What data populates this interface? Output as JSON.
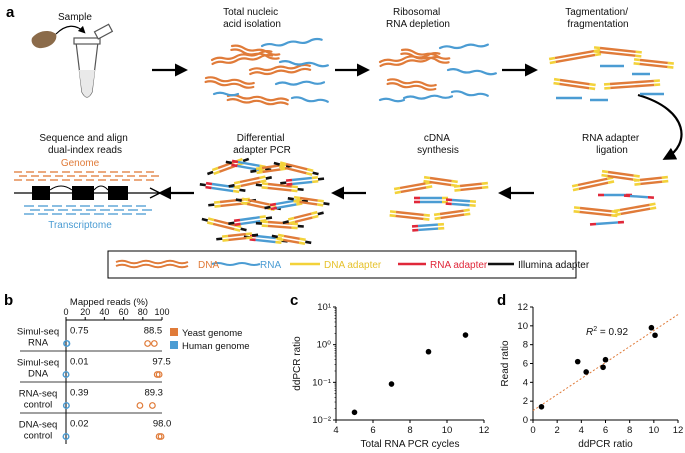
{
  "colors": {
    "dna": "#e07b39",
    "rna": "#4b9cd3",
    "dna_adapter": "#f3d23a",
    "rna_adapter": "#e0283a",
    "illumina": "#111111",
    "fit_line": "#e07b39"
  },
  "panel_a": {
    "letter": "a",
    "steps": {
      "sample": "Sample",
      "isolation": [
        "Total nucleic",
        "acid isolation"
      ],
      "depletion": [
        "Ribosomal",
        "RNA depletion"
      ],
      "tagmentation": [
        "Tagmentation/",
        "fragmentation"
      ],
      "ligation": [
        "RNA adapter",
        "ligation"
      ],
      "cdna": [
        "cDNA",
        "synthesis"
      ],
      "pcr": [
        "Differential",
        "adapter PCR"
      ],
      "sequence": [
        "Sequence and align",
        "dual-index reads"
      ]
    },
    "genome_label": "Genome",
    "transcriptome_label": "Transcriptome",
    "legend": {
      "dna": "DNA",
      "rna": "RNA",
      "dna_adapter": "DNA adapter",
      "rna_adapter": "RNA adapter",
      "illumina": "Illumina adapter"
    }
  },
  "panel_b": {
    "letter": "b",
    "axis_title": "Mapped reads (%)",
    "ticks": [
      0,
      20,
      40,
      60,
      80,
      100
    ],
    "rows": [
      {
        "label": [
          "Simul-seq",
          "RNA"
        ],
        "low": "0.75",
        "high": "88.5"
      },
      {
        "label": [
          "Simul-seq",
          "DNA"
        ],
        "low": "0.01",
        "high": "97.5"
      },
      {
        "label": [
          "RNA-seq",
          "control"
        ],
        "low": "0.39",
        "high": "89.3"
      },
      {
        "label": [
          "DNA-seq",
          "control"
        ],
        "low": "0.02",
        "high": "98.0"
      }
    ],
    "legend": {
      "yeast": "Yeast genome",
      "human": "Human genome"
    }
  },
  "panel_c": {
    "letter": "c"
  },
  "panel_d": {
    "letter": "d",
    "r2_label": "R",
    "r2_value": "2",
    "r2_rest": " = 0.92"
  },
  "chart_data": [
    {
      "type": "scatter",
      "panel": "b",
      "xlabel": "Mapped reads (%)",
      "xlim": [
        0,
        100
      ],
      "categories": [
        "Simul-seq RNA",
        "Simul-seq DNA",
        "RNA-seq control",
        "DNA-seq control"
      ],
      "series": [
        {
          "name": "Yeast genome",
          "values": [
            [
              85,
              92
            ],
            [
              95,
              97
            ],
            [
              77,
              90
            ],
            [
              97,
              99
            ]
          ],
          "mean": [
            88.5,
            97.5,
            89.3,
            98.0
          ]
        },
        {
          "name": "Human genome",
          "values": [
            [
              0.5,
              1.0
            ],
            [
              0.01,
              0.02
            ],
            [
              0.3,
              0.5
            ],
            [
              0.01,
              0.03
            ]
          ],
          "mean": [
            0.75,
            0.01,
            0.39,
            0.02
          ]
        }
      ]
    },
    {
      "type": "scatter",
      "panel": "c",
      "xlabel": "Total RNA PCR cycles",
      "ylabel": "ddPCR ratio",
      "xlim": [
        4,
        12
      ],
      "xticks": [
        4,
        6,
        8,
        10,
        12
      ],
      "ylim": [
        0.01,
        10
      ],
      "yscale": "log",
      "yticks": [
        "10⁻²",
        "10⁻¹",
        "10⁰",
        "10¹"
      ],
      "x": [
        5,
        7,
        9,
        11
      ],
      "y": [
        0.016,
        0.09,
        0.65,
        1.8
      ]
    },
    {
      "type": "scatter",
      "panel": "d",
      "xlabel": "ddPCR ratio",
      "ylabel": "Read ratio",
      "xlim": [
        0,
        12
      ],
      "ylim": [
        0,
        12
      ],
      "xticks": [
        0,
        2,
        4,
        6,
        8,
        10,
        12
      ],
      "yticks": [
        0,
        2,
        4,
        6,
        8,
        10,
        12
      ],
      "x": [
        0.7,
        3.7,
        4.4,
        5.8,
        6.0,
        9.8,
        10.1
      ],
      "y": [
        1.4,
        6.2,
        5.1,
        5.6,
        6.4,
        9.8,
        9.0
      ],
      "fit": {
        "slope": 0.85,
        "intercept": 1.0,
        "r2": 0.92
      }
    }
  ]
}
